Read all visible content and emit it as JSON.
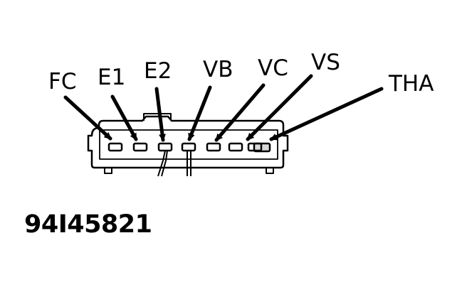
{
  "diagram": {
    "pin_labels": {
      "fc": "FC",
      "e1": "E1",
      "e2": "E2",
      "vb": "VB",
      "vc": "VC",
      "vs": "VS",
      "tha": "THA"
    },
    "reference_number": "94I45821"
  }
}
